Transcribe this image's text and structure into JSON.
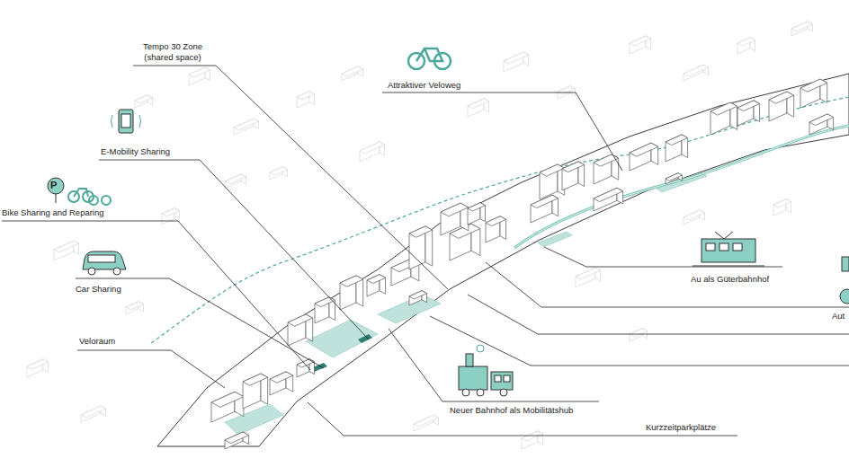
{
  "diagram": {
    "labels": [
      "Tempo 30 Zone (shared space)",
      "Attraktiver Veloweg",
      "E-Mobility Sharing",
      "P",
      "Bike Sharing and Reparing",
      "Car Sharing",
      "Veloraum",
      "Au als Güterbahnhof",
      "Aut",
      "Neuer Bahnhof als Mobilitätshub",
      "Kurzzeitparkplätze"
    ]
  }
}
